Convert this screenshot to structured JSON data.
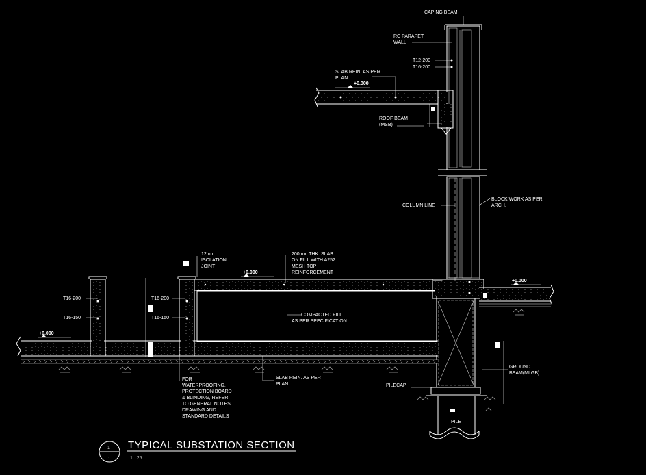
{
  "drawing": {
    "title": "TYPICAL SUBSTATION SECTION",
    "scale": "1 : 25",
    "detail_number": "1",
    "detail_sheet": "-"
  },
  "labels": {
    "caping_beam": "CAPING BEAM",
    "rc_parapet_1": "RC PARAPET",
    "rc_parapet_2": "WALL",
    "t12_200": "T12-200",
    "t16_200_top": "T16-200",
    "slab_rein_1": "SLAB REIN. AS PER",
    "slab_rein_2": "PLAN",
    "roof_beam_1": "ROOF BEAM",
    "roof_beam_2": "(MSB)",
    "column_line": "COLUMN LINE",
    "block_work_1": "BLOCK WORK AS PER",
    "block_work_2": "ARCH.",
    "isolation_1": "12mm",
    "isolation_2": "ISOLATION",
    "isolation_3": "JOINT",
    "slab_200_1": "200mm THK. SLAB",
    "slab_200_2": "ON FILL WITH A252",
    "slab_200_3": "MESH TOP",
    "slab_200_4": "REINFORCEMENT",
    "t16_200_left": "T16-200",
    "t16_150_left": "T16-150",
    "t16_200_mid": "T16-200",
    "t16_150_mid": "T16-150",
    "compacted_1": "COMPACTED FILL",
    "compacted_2": "AS PER SPECIFICATION",
    "waterproof_1": "FOR",
    "waterproof_2": "WATERPROOFING,",
    "waterproof_3": "PROTECTION BOARD",
    "waterproof_4": "& BLINDING, REFER",
    "waterproof_5": "TO GENERAL NOTES",
    "waterproof_6": "DRAWING AND",
    "waterproof_7": "STANDARD DETAILS",
    "slab_rein_bot_1": "SLAB REIN. AS PER",
    "slab_rein_bot_2": "PLAN",
    "ground_beam_1": "GROUND",
    "ground_beam_2": "BEAM(MLGB)",
    "pilecap": "PILECAP",
    "pile": "PILE"
  },
  "levels": {
    "roof": "+0.000",
    "slab": "+0.000",
    "left": "+0.000",
    "right": "+0.000"
  },
  "colors": {
    "background": "#000000",
    "linework": "#ffffff",
    "hatch": "#9a9a9a"
  }
}
